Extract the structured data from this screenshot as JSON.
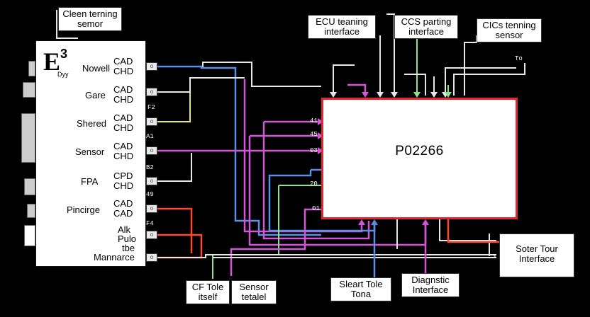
{
  "sensor_module": {
    "logo_letter": "E",
    "logo_superscript": "3",
    "logo_sub": "Dyy",
    "rows": [
      {
        "name": "Nowell",
        "line1": "CAD",
        "line2": "CHD"
      },
      {
        "name": "Gare",
        "line1": "CAD",
        "line2": "CHD"
      },
      {
        "name": "Shered",
        "line1": "CAD",
        "line2": "CHD"
      },
      {
        "name": "Sensor",
        "line1": "CAD",
        "line2": "CHD"
      },
      {
        "name": "FPA",
        "line1": "CPD",
        "line2": "CHD"
      },
      {
        "name": "Pincirge",
        "line1": "CAD",
        "line2": "CAD"
      }
    ],
    "bottom_lines": [
      "Alk",
      "Pulo",
      "tbe",
      "Mannarce"
    ],
    "pin_labels": [
      "F2",
      "A1",
      "B2",
      "49",
      "F4"
    ]
  },
  "ecu": {
    "code": "P02266",
    "pin_labels": [
      "41",
      "45",
      "03",
      "20",
      "01"
    ]
  },
  "callouts": {
    "top_left": [
      "Cleen terning",
      "semor"
    ],
    "ecu_teaming": [
      "ECU teaning",
      "interface"
    ],
    "ccs_parting": [
      "CCS parting",
      "interface"
    ],
    "cics_tenning": [
      "CICs tenning",
      "sensor"
    ],
    "right_tag": "To",
    "soter": [
      "Soter Tour",
      "Interface"
    ],
    "soter_pin": "3",
    "cf_tole": [
      "CF Tole",
      "itself"
    ],
    "sensor_tetalel": [
      "Sensor",
      "tetalel"
    ],
    "sleart_tole": [
      "Sleart Tole",
      "Tona"
    ],
    "diagnstic": [
      "Diagnstic",
      "Interface"
    ]
  },
  "colors": {
    "background": "#000000",
    "ecu_border": "#e5262c",
    "wire_white": "#e8e8e8",
    "wire_blue": "#5b8fe8",
    "wire_magenta": "#d356d8",
    "wire_yellow": "#e7e86a",
    "wire_green": "#8fe38a",
    "wire_red": "#ff4a2a"
  }
}
